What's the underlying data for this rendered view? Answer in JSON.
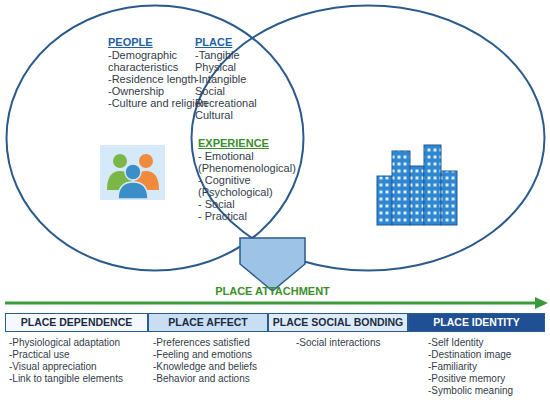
{
  "diagram": {
    "nodes": [
      {
        "text": [
          "PEOPLE",
          "-Demographic characteristics",
          "-Residence length",
          "-Ownership",
          "-Culture and religion"
        ]
      },
      {
        "text": [
          "PLACE",
          "-Tangible",
          "Physical",
          "-Intangible",
          "Social",
          "Recreational",
          "Cultural"
        ]
      },
      {
        "text": [
          "PLACE DEPENDENCE",
          "-Physiological adaptation",
          "-Practical use",
          "-Visual appreciation",
          "-Link to tangible elements"
        ]
      },
      {
        "text": [
          "PLACE AFFECT",
          "-Preferences satisfied",
          "-Feeling and emotions",
          "-Knowledge and beliefs",
          "-Behavior and actions"
        ]
      },
      {
        "text": [
          "PLACE SOCIAL BONDING",
          "-Social interactions"
        ]
      },
      {
        "text": [
          "PLACE IDENTITY",
          "-Self Identity",
          "-Destination image",
          "-Familiarity",
          "-Positive memory",
          "-Symbolic meaning"
        ]
      }
    ],
    "labels": [
      "EXPERIENCE",
      "- Emotional (Phenomenological)",
      "- Cognitive (Psychological)",
      "- Social",
      "- Practical",
      "PLACE ATTACHMENT"
    ]
  }
}
